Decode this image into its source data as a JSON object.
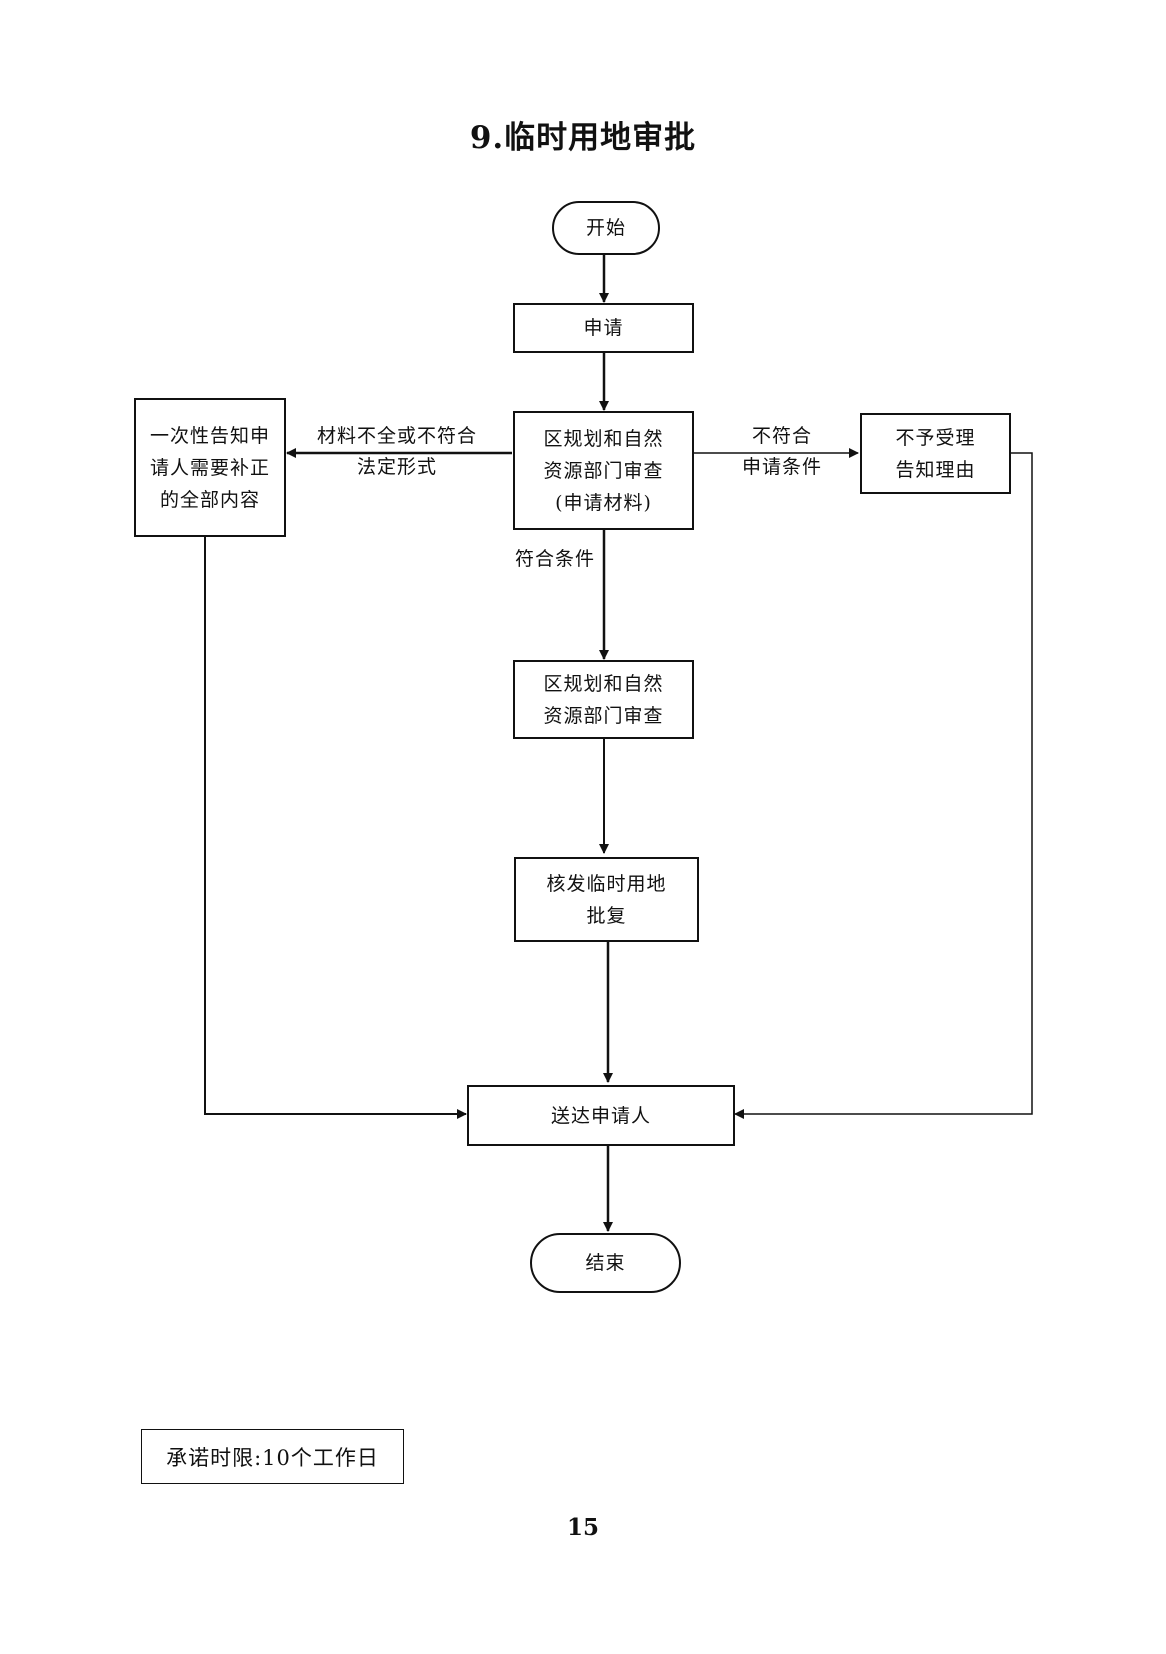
{
  "title": "9.临时用地审批",
  "nodes": {
    "start": "开始",
    "apply": "申请",
    "review_materials": "区规划和自然\n资源部门审查\n(申请材料)",
    "notify_supplement": "一次性告知申\n请人需要补正\n的全部内容",
    "reject": "不予受理\n告知理由",
    "review": "区规划和自然\n资源部门审查",
    "issue": "核发临时用地\n批复",
    "deliver": "送达申请人",
    "end": "结束"
  },
  "edge_labels": {
    "incomplete": "材料不全或不符合\n法定形式",
    "not_eligible": "不符合\n申请条件",
    "eligible": "符合条件"
  },
  "footer": {
    "time_limit": "承诺时限:10个工作日",
    "page_number": "15"
  }
}
